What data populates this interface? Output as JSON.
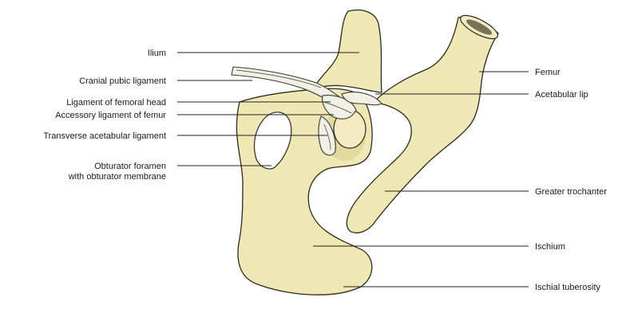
{
  "labels": {
    "ilium": "Ilium",
    "cranial_pubic_ligament": "Cranial pubic ligament",
    "ligament_femoral_head": "Ligament of femoral head",
    "accessory_ligament": "Accessory ligament of femur",
    "transverse_acetabular": "Transverse acetabular ligament",
    "obturator_line1": "Obturator foramen",
    "obturator_line2": "with obturator membrane",
    "femur": "Femur",
    "acetabular_lip": "Acetabular lip",
    "greater_trochanter": "Greater trochanter",
    "ischium": "Ischium",
    "ischial_tuberosity": "Ischial tuberosity"
  },
  "colors": {
    "bone": "#efe7b4",
    "ligament": "#f1f0e6",
    "outline": "#2a2a1e"
  }
}
